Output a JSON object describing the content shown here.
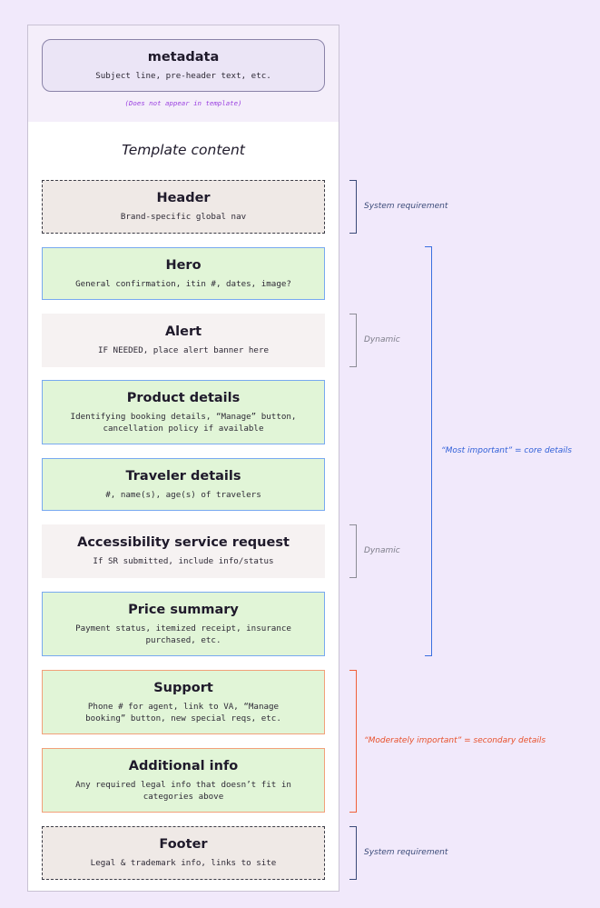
{
  "metadata": {
    "title": "metadata",
    "subtitle": "Subject line, pre-header text, etc.",
    "note": "(Does not appear in template)"
  },
  "template_title": "Template content",
  "blocks": [
    {
      "title": "Header",
      "subtitle": "Brand-specific global nav",
      "kind": "system"
    },
    {
      "title": "Hero",
      "subtitle": "General confirmation, itin #, dates, image?",
      "kind": "core"
    },
    {
      "title": "Alert",
      "subtitle": "IF NEEDED, place alert banner here",
      "kind": "dynamic"
    },
    {
      "title": "Product details",
      "subtitle_lines": [
        "Identifying booking details, “Manage” button,",
        "cancellation policy if available"
      ],
      "kind": "core"
    },
    {
      "title": "Traveler details",
      "subtitle": "#, name(s), age(s) of travelers",
      "kind": "core"
    },
    {
      "title": "Accessibility service request",
      "subtitle": "If SR submitted, include info/status",
      "kind": "dynamic"
    },
    {
      "title": "Price summary",
      "subtitle_lines": [
        "Payment status, itemized receipt, insurance",
        "purchased, etc."
      ],
      "kind": "core"
    },
    {
      "title": "Support",
      "subtitle_lines": [
        "Phone # for agent, link to VA, “Manage",
        "booking” button, new special reqs, etc."
      ],
      "kind": "secondary"
    },
    {
      "title": "Additional info",
      "subtitle_lines": [
        "Any required legal info that doesn’t fit in",
        "categories above"
      ],
      "kind": "secondary"
    },
    {
      "title": "Footer",
      "subtitle": "Legal & trademark info, links to site",
      "kind": "system"
    }
  ],
  "annotations": {
    "system_top": "System requirement",
    "dynamic_alert": "Dynamic",
    "core": "“Most important” = core details",
    "dynamic_accessibility": "Dynamic",
    "secondary": "“Moderately important” = secondary details",
    "system_bottom": "System requirement"
  },
  "colors": {
    "background": "#f1e9fb",
    "core_fill": "#e1f5d7",
    "core_border": "#78a9f0",
    "secondary_border": "#f2a07a",
    "system_fill": "#efe9e6",
    "core_bracket": "#3a6fe0",
    "secondary_bracket": "#f0603a",
    "note_text": "#9a3fe0"
  }
}
